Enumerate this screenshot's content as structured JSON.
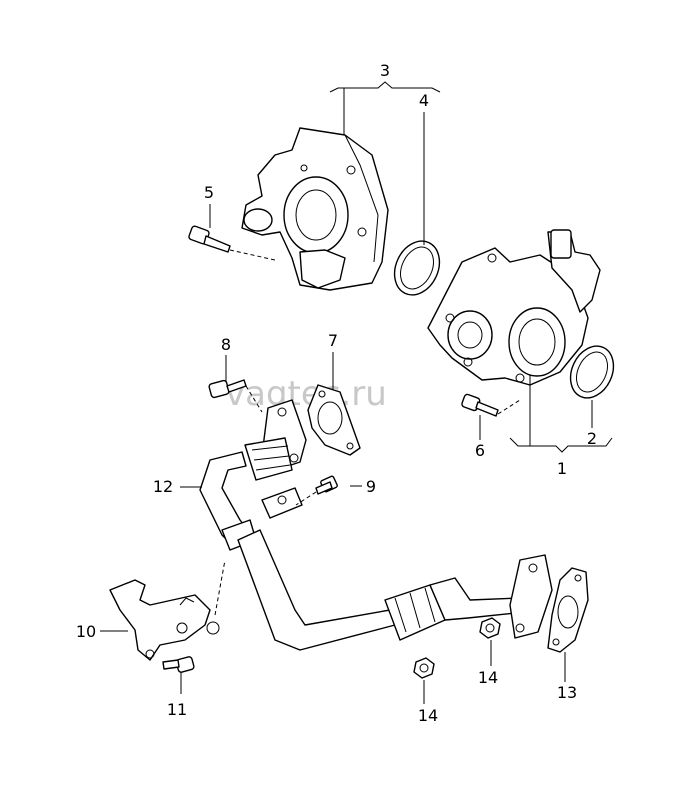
{
  "watermark": "vagtec.ru",
  "callouts": {
    "c1": "1",
    "c2": "2",
    "c3": "3",
    "c4": "4",
    "c5": "5",
    "c6": "6",
    "c7": "7",
    "c8": "8",
    "c9": "9",
    "c10": "10",
    "c11": "11",
    "c12": "12",
    "c13": "13",
    "c14a": "14",
    "c14b": "14"
  },
  "colors": {
    "line": "#000000",
    "background": "#ffffff",
    "watermark": "#c8c8c8"
  }
}
